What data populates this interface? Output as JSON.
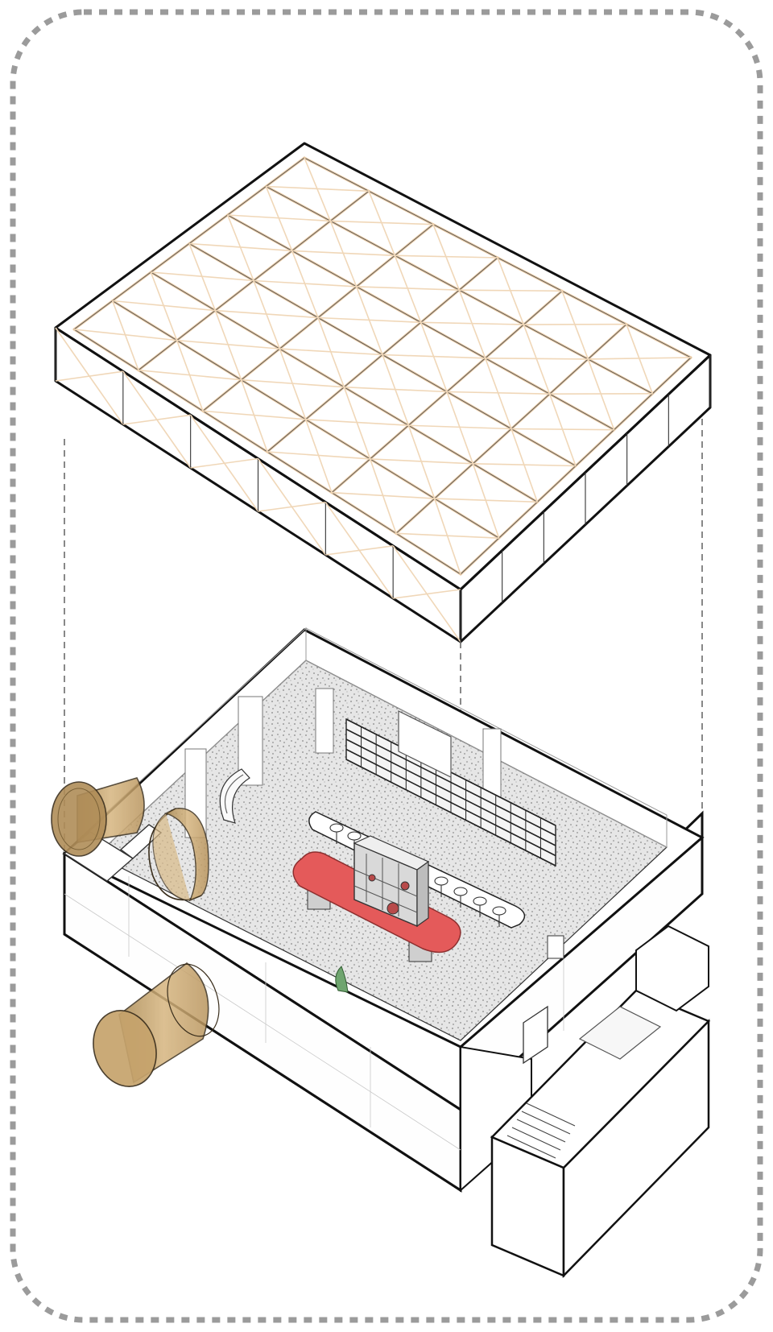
{
  "diagram": {
    "kind": "exploded-axonometric",
    "frame": {
      "style": "dashed-rounded",
      "color": "#9b9b9b"
    },
    "colors": {
      "outline": "#111111",
      "timber": "#e9c9a2",
      "tube": "#c8a470",
      "table": "#e45a5a",
      "terrazzo": "#d8d8d8",
      "walls": "#ffffff"
    },
    "parts": [
      {
        "id": "roof-timber-grid",
        "grid_cells": [
          6,
          6
        ]
      },
      {
        "id": "ground-floor-room"
      }
    ],
    "elements": [
      "tube-entrance-left",
      "tube-entrance-front",
      "red-oval-table",
      "central-display-panel",
      "bar-counter",
      "bar-stools",
      "shelving-wall",
      "curved-bench",
      "stair-annex"
    ]
  }
}
